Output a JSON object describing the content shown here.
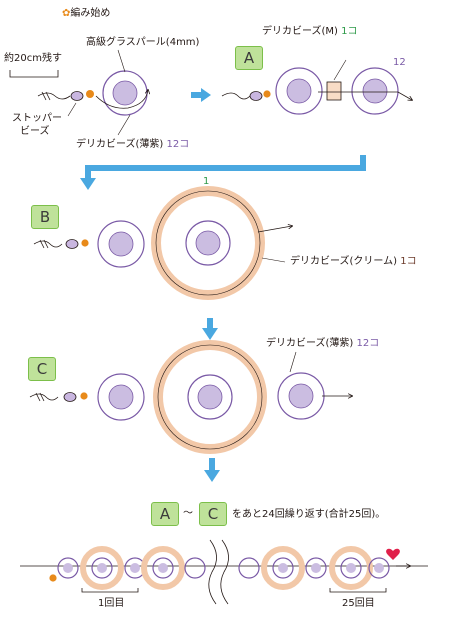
{
  "header": {
    "start_label": "編み始め"
  },
  "stage_a": {
    "remaining": "約20cm残す",
    "pearl_label": "高級グラスパール(4mm)",
    "stopper_label_1": "ストッパー",
    "stopper_label_2": "ビーズ",
    "lavender_label": "デリカビーズ(薄紫)",
    "lavender_count": "12コ",
    "m_label": "デリカビーズ(M)",
    "m_count": "1コ",
    "ring_count": "12",
    "step": "A"
  },
  "stage_b": {
    "step": "B",
    "cream_label": "デリカビーズ(クリーム)",
    "cream_count": "1コ",
    "counter": "1"
  },
  "stage_c": {
    "step": "C",
    "lavender_label": "デリカビーズ(薄紫)",
    "lavender_count": "12コ"
  },
  "repeat": {
    "from": "A",
    "tilde": "〜",
    "to": "C",
    "text": "をあと24回繰り返す(合計25回)。"
  },
  "bracelet": {
    "first": "1回目",
    "last": "25回目"
  },
  "colors": {
    "lavender": "#c9b6e0",
    "pearl": "#cbbde1",
    "cream": "#f8dcc6",
    "accent_green": "#2d9a48",
    "accent_purple": "#7a5aa6",
    "arrow_blue": "#4aa8e0",
    "start_flower": "#e88a1a",
    "heart": "#e0204a"
  }
}
